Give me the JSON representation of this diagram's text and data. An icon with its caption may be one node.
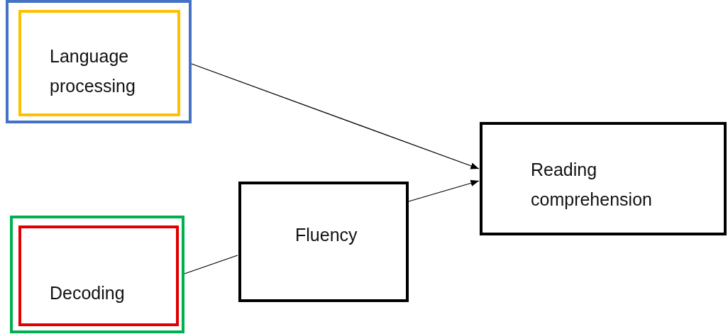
{
  "diagram": {
    "nodes": [
      {
        "text": [
          "Language processing"
        ]
      },
      {
        "text": [
          "Decoding"
        ]
      },
      {
        "text": [
          "Fluency"
        ]
      },
      {
        "text": [
          "Reading comprehension"
        ]
      }
    ],
    "edges": [
      {
        "from": 0,
        "to": 3,
        "arrow": "to"
      },
      {
        "from": 1,
        "to": 2,
        "arrow": "none"
      },
      {
        "from": 2,
        "to": 3,
        "arrow": "to"
      }
    ]
  }
}
